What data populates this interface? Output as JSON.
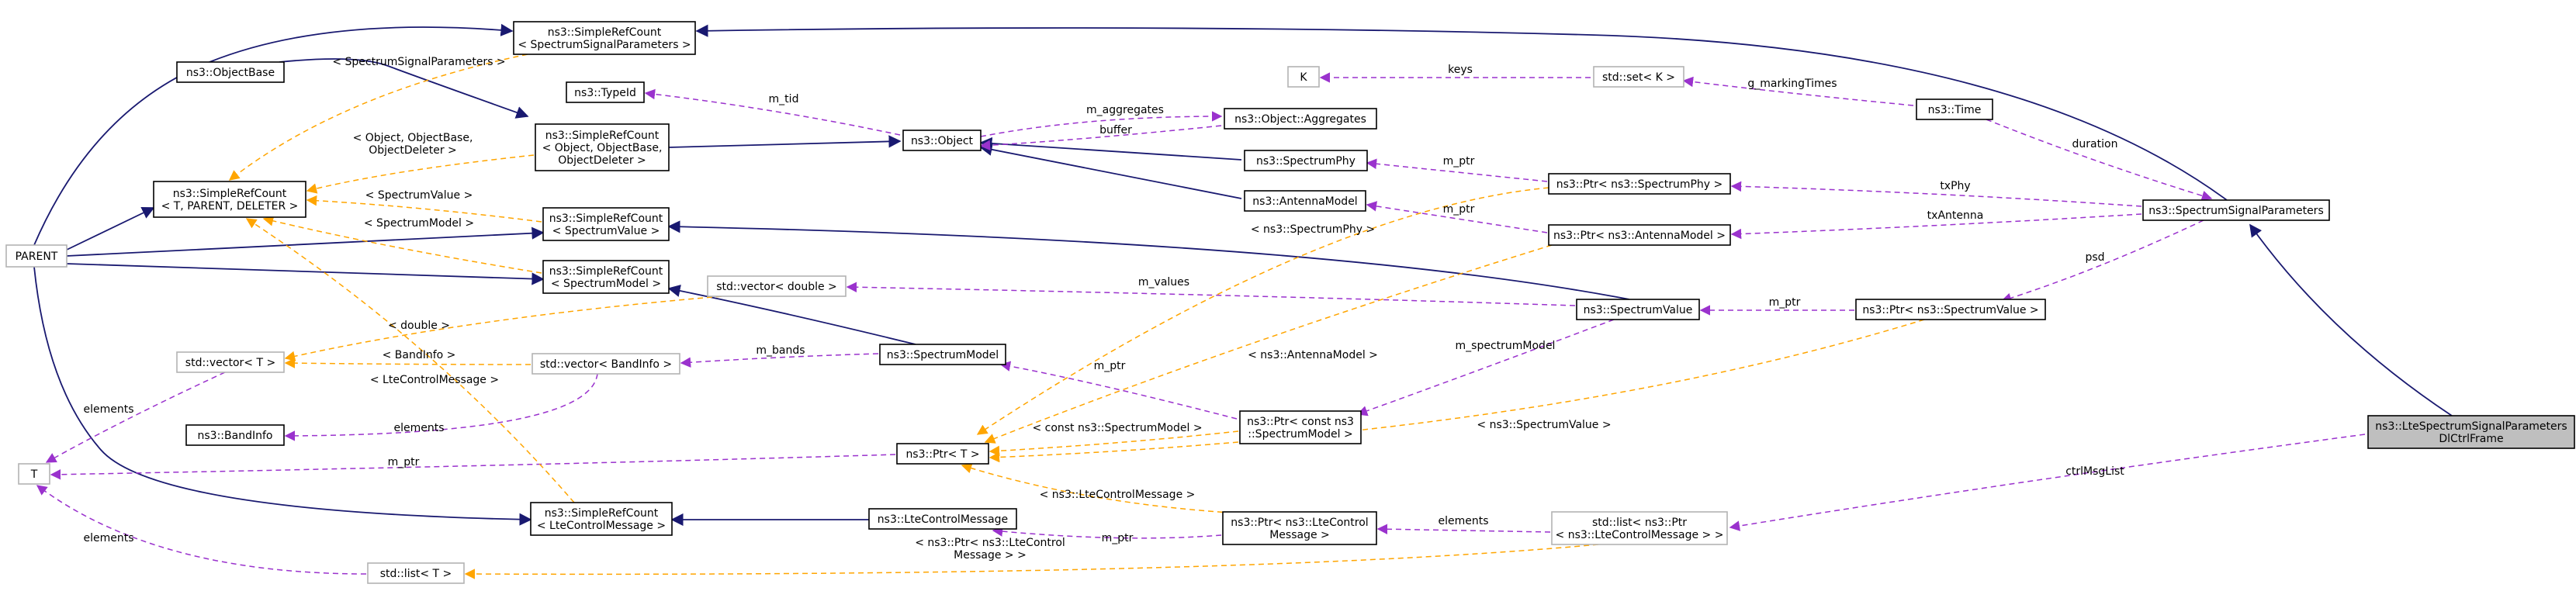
{
  "diagram": {
    "nodes": [
      {
        "id": "parent",
        "lines": [
          "PARENT"
        ],
        "style": "grey"
      },
      {
        "id": "T",
        "lines": [
          "T"
        ],
        "style": "grey"
      },
      {
        "id": "objectbase",
        "lines": [
          "ns3::ObjectBase"
        ],
        "style": "normal"
      },
      {
        "id": "src_ssp",
        "lines": [
          "ns3::SimpleRefCount",
          "< SpectrumSignalParameters >"
        ],
        "style": "normal"
      },
      {
        "id": "typeid",
        "lines": [
          "ns3::TypeId"
        ],
        "style": "normal"
      },
      {
        "id": "simplerefcount",
        "lines": [
          "ns3::SimpleRefCount",
          "< T, PARENT, DELETER >"
        ],
        "style": "normal"
      },
      {
        "id": "src_obj",
        "lines": [
          "ns3::SimpleRefCount",
          "< Object, ObjectBase,",
          "ObjectDeleter >"
        ],
        "style": "normal"
      },
      {
        "id": "object",
        "lines": [
          "ns3::Object"
        ],
        "style": "normal"
      },
      {
        "id": "aggregates",
        "lines": [
          "ns3::Object::Aggregates"
        ],
        "style": "normal"
      },
      {
        "id": "K",
        "lines": [
          "K"
        ],
        "style": "grey"
      },
      {
        "id": "stdset",
        "lines": [
          "std::set< K >"
        ],
        "style": "grey"
      },
      {
        "id": "time",
        "lines": [
          "ns3::Time"
        ],
        "style": "normal"
      },
      {
        "id": "spectrumphy",
        "lines": [
          "ns3::SpectrumPhy"
        ],
        "style": "normal"
      },
      {
        "id": "ptr_phy",
        "lines": [
          "ns3::Ptr< ns3::SpectrumPhy >"
        ],
        "style": "normal"
      },
      {
        "id": "antenna",
        "lines": [
          "ns3::AntennaModel"
        ],
        "style": "normal"
      },
      {
        "id": "ptr_ant",
        "lines": [
          "ns3::Ptr< ns3::AntennaModel >"
        ],
        "style": "normal"
      },
      {
        "id": "ssp",
        "lines": [
          "ns3::SpectrumSignalParameters"
        ],
        "style": "normal"
      },
      {
        "id": "src_sv",
        "lines": [
          "ns3::SimpleRefCount",
          "< SpectrumValue >"
        ],
        "style": "normal"
      },
      {
        "id": "src_sm",
        "lines": [
          "ns3::SimpleRefCount",
          "< SpectrumModel >"
        ],
        "style": "normal"
      },
      {
        "id": "vec_double",
        "lines": [
          "std::vector< double >"
        ],
        "style": "grey"
      },
      {
        "id": "spectrumvalue",
        "lines": [
          "ns3::SpectrumValue"
        ],
        "style": "normal"
      },
      {
        "id": "ptr_sv",
        "lines": [
          "ns3::Ptr< ns3::SpectrumValue >"
        ],
        "style": "normal"
      },
      {
        "id": "vec_T",
        "lines": [
          "std::vector< T >"
        ],
        "style": "grey"
      },
      {
        "id": "vec_bandinfo",
        "lines": [
          "std::vector< BandInfo >"
        ],
        "style": "grey"
      },
      {
        "id": "spectrummodel",
        "lines": [
          "ns3::SpectrumModel"
        ],
        "style": "normal"
      },
      {
        "id": "bandinfo",
        "lines": [
          "ns3::BandInfo"
        ],
        "style": "normal"
      },
      {
        "id": "ptr_T",
        "lines": [
          "ns3::Ptr< T >"
        ],
        "style": "normal"
      },
      {
        "id": "ptr_sm",
        "lines": [
          "ns3::Ptr< const ns3",
          "::SpectrumModel >"
        ],
        "style": "normal"
      },
      {
        "id": "lteparams",
        "lines": [
          "ns3::LteSpectrumSignalParameters",
          "DlCtrlFrame"
        ],
        "style": "focus"
      },
      {
        "id": "src_lcm",
        "lines": [
          "ns3::SimpleRefCount",
          "< LteControlMessage >"
        ],
        "style": "normal"
      },
      {
        "id": "ltecm",
        "lines": [
          "ns3::LteControlMessage"
        ],
        "style": "normal"
      },
      {
        "id": "ptr_lcm",
        "lines": [
          "ns3::Ptr< ns3::LteControl",
          "Message >"
        ],
        "style": "normal"
      },
      {
        "id": "list_ptr",
        "lines": [
          "std::list< ns3::Ptr",
          "< ns3::LteControlMessage > >"
        ],
        "style": "grey"
      },
      {
        "id": "list_T",
        "lines": [
          "std::list< T >"
        ],
        "style": "grey"
      }
    ],
    "edges": [
      {
        "kind": "inherit",
        "from": "objectbase",
        "to": "src_obj"
      },
      {
        "kind": "inherit",
        "from": "src_obj",
        "to": "object"
      },
      {
        "kind": "inherit",
        "from": "object",
        "to": "spectrumphy"
      },
      {
        "kind": "inherit",
        "from": "object",
        "to": "antenna"
      },
      {
        "kind": "inherit",
        "from": "parent",
        "to": "src_ssp"
      },
      {
        "kind": "inherit",
        "from": "parent",
        "to": "simplerefcount"
      },
      {
        "kind": "inherit",
        "from": "parent",
        "to": "src_sv"
      },
      {
        "kind": "inherit",
        "from": "parent",
        "to": "src_sm"
      },
      {
        "kind": "inherit",
        "from": "parent",
        "to": "src_lcm"
      },
      {
        "kind": "inherit",
        "from": "src_sv",
        "to": "spectrumvalue"
      },
      {
        "kind": "inherit",
        "from": "src_sm",
        "to": "spectrummodel"
      },
      {
        "kind": "inherit",
        "from": "src_lcm",
        "to": "ltecm"
      },
      {
        "kind": "inherit",
        "from": "src_ssp",
        "to": "ssp"
      },
      {
        "kind": "inherit",
        "from": "ssp",
        "to": "lteparams"
      },
      {
        "kind": "use",
        "from": "typeid",
        "to": "object",
        "label": "m_tid"
      },
      {
        "kind": "use",
        "from": "aggregates",
        "to": "object",
        "label": "m_aggregates"
      },
      {
        "kind": "use",
        "from": "object",
        "to": "aggregates",
        "label": "buffer"
      },
      {
        "kind": "use",
        "from": "K",
        "to": "stdset",
        "label": "keys"
      },
      {
        "kind": "use",
        "from": "stdset",
        "to": "time",
        "label": "g_markingTimes"
      },
      {
        "kind": "use",
        "from": "time",
        "to": "ssp",
        "label": "duration"
      },
      {
        "kind": "use",
        "from": "spectrumphy",
        "to": "ptr_phy",
        "label": "m_ptr"
      },
      {
        "kind": "use",
        "from": "antenna",
        "to": "ptr_ant",
        "label": "m_ptr"
      },
      {
        "kind": "use",
        "from": "ptr_phy",
        "to": "ssp",
        "label": "txPhy"
      },
      {
        "kind": "use",
        "from": "ptr_ant",
        "to": "ssp",
        "label": "txAntenna"
      },
      {
        "kind": "use",
        "from": "ptr_sv",
        "to": "ssp",
        "label": "psd"
      },
      {
        "kind": "use",
        "from": "spectrumvalue",
        "to": "ptr_sv",
        "label": "m_ptr"
      },
      {
        "kind": "use",
        "from": "vec_double",
        "to": "spectrumvalue",
        "label": "m_values"
      },
      {
        "kind": "use",
        "from": "ptr_sm",
        "to": "spectrumvalue",
        "label": "m_spectrumModel"
      },
      {
        "kind": "use",
        "from": "spectrummodel",
        "to": "ptr_sm",
        "label": "m_ptr"
      },
      {
        "kind": "use",
        "from": "vec_bandinfo",
        "to": "spectrummodel",
        "label": "m_bands"
      },
      {
        "kind": "use",
        "from": "bandinfo",
        "to": "vec_bandinfo",
        "label": "elements"
      },
      {
        "kind": "use",
        "from": "T",
        "to": "vec_T",
        "label": "elements"
      },
      {
        "kind": "use",
        "from": "T",
        "to": "ptr_T",
        "label": "m_ptr"
      },
      {
        "kind": "use",
        "from": "T",
        "to": "list_T",
        "label": "elements"
      },
      {
        "kind": "use",
        "from": "ltecm",
        "to": "ptr_lcm",
        "label": "m_ptr"
      },
      {
        "kind": "use",
        "from": "ptr_lcm",
        "to": "list_ptr",
        "label": "elements"
      },
      {
        "kind": "use",
        "from": "list_ptr",
        "to": "lteparams",
        "label": "ctrlMsgList"
      },
      {
        "kind": "template",
        "from": "src_ssp",
        "to": "simplerefcount",
        "label": "< SpectrumSignalParameters >"
      },
      {
        "kind": "template",
        "from": "src_obj",
        "to": "simplerefcount",
        "label": "< Object, ObjectBase,\nObjectDeleter >"
      },
      {
        "kind": "template",
        "from": "src_sv",
        "to": "simplerefcount",
        "label": "< SpectrumValue >"
      },
      {
        "kind": "template",
        "from": "src_sm",
        "to": "simplerefcount",
        "label": "< SpectrumModel >"
      },
      {
        "kind": "template",
        "from": "src_lcm",
        "to": "simplerefcount",
        "label": "< LteControlMessage >"
      },
      {
        "kind": "template",
        "from": "vec_double",
        "to": "vec_T",
        "label": "< double >"
      },
      {
        "kind": "template",
        "from": "vec_bandinfo",
        "to": "vec_T",
        "label": "< BandInfo >"
      },
      {
        "kind": "template",
        "from": "ptr_phy",
        "to": "ptr_T",
        "label": "< ns3::SpectrumPhy >"
      },
      {
        "kind": "template",
        "from": "ptr_ant",
        "to": "ptr_T",
        "label": "< ns3::AntennaModel >"
      },
      {
        "kind": "template",
        "from": "ptr_sm",
        "to": "ptr_T",
        "label": "< const ns3::SpectrumModel >"
      },
      {
        "kind": "template",
        "from": "ptr_sv",
        "to": "ptr_T",
        "label": "< ns3::SpectrumValue >"
      },
      {
        "kind": "template",
        "from": "ptr_lcm",
        "to": "ptr_T",
        "label": "< ns3::LteControlMessage >"
      },
      {
        "kind": "template",
        "from": "list_ptr",
        "to": "list_T",
        "label": "< ns3::Ptr< ns3::LteControl\nMessage > >"
      }
    ],
    "colors": {
      "inheritance": "#191970",
      "usage": "#9a32cd",
      "template": "#ffa500",
      "grey_border": "#b3b3b3",
      "focus_fill": "#bfbfbf"
    }
  }
}
